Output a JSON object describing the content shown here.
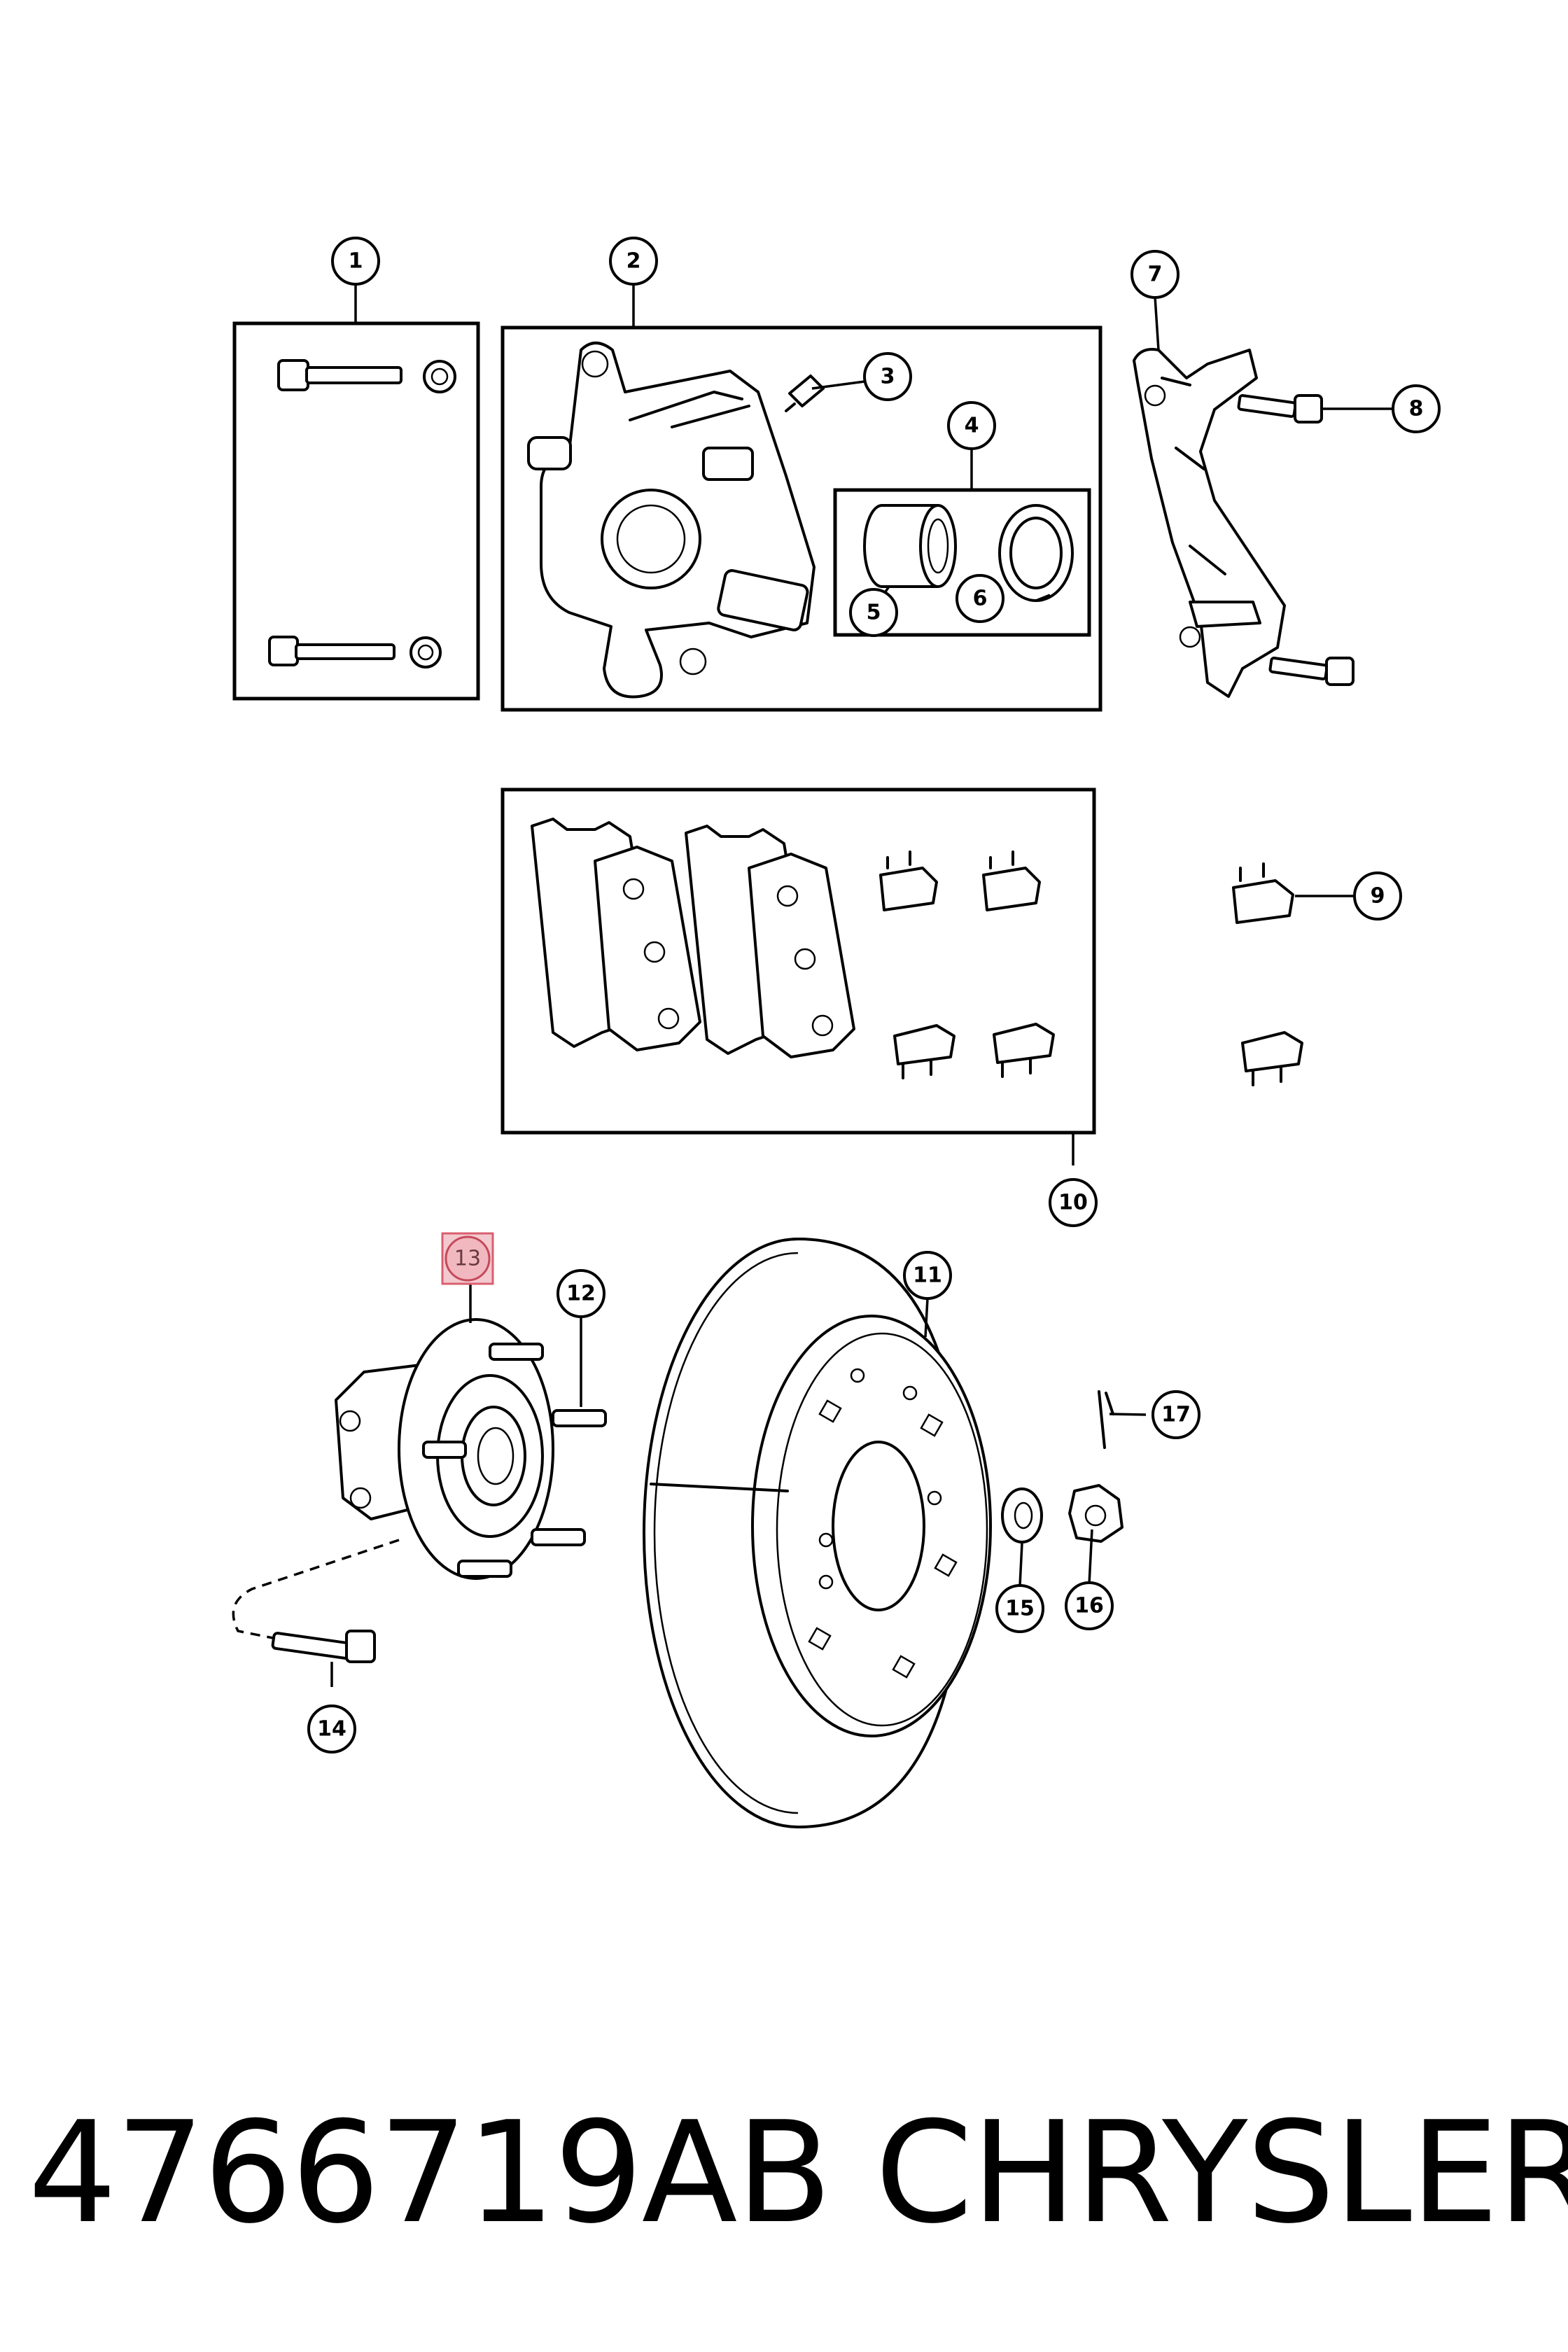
{
  "callouts": [
    {
      "num": "1"
    },
    {
      "num": "2"
    },
    {
      "num": "3"
    },
    {
      "num": "4"
    },
    {
      "num": "5"
    },
    {
      "num": "6"
    },
    {
      "num": "7"
    },
    {
      "num": "8"
    },
    {
      "num": "9"
    },
    {
      "num": "10"
    },
    {
      "num": "11"
    },
    {
      "num": "12"
    },
    {
      "num": "13",
      "highlighted": true
    },
    {
      "num": "14"
    },
    {
      "num": "15"
    },
    {
      "num": "16"
    },
    {
      "num": "17"
    }
  ],
  "footer": {
    "part_number": "4766719AB",
    "brand": "CHRYSLER"
  },
  "colors": {
    "highlight_fill": "#f2b8c0",
    "highlight_stroke": "#c44a5a",
    "line": "#000000",
    "background": "#ffffff"
  }
}
